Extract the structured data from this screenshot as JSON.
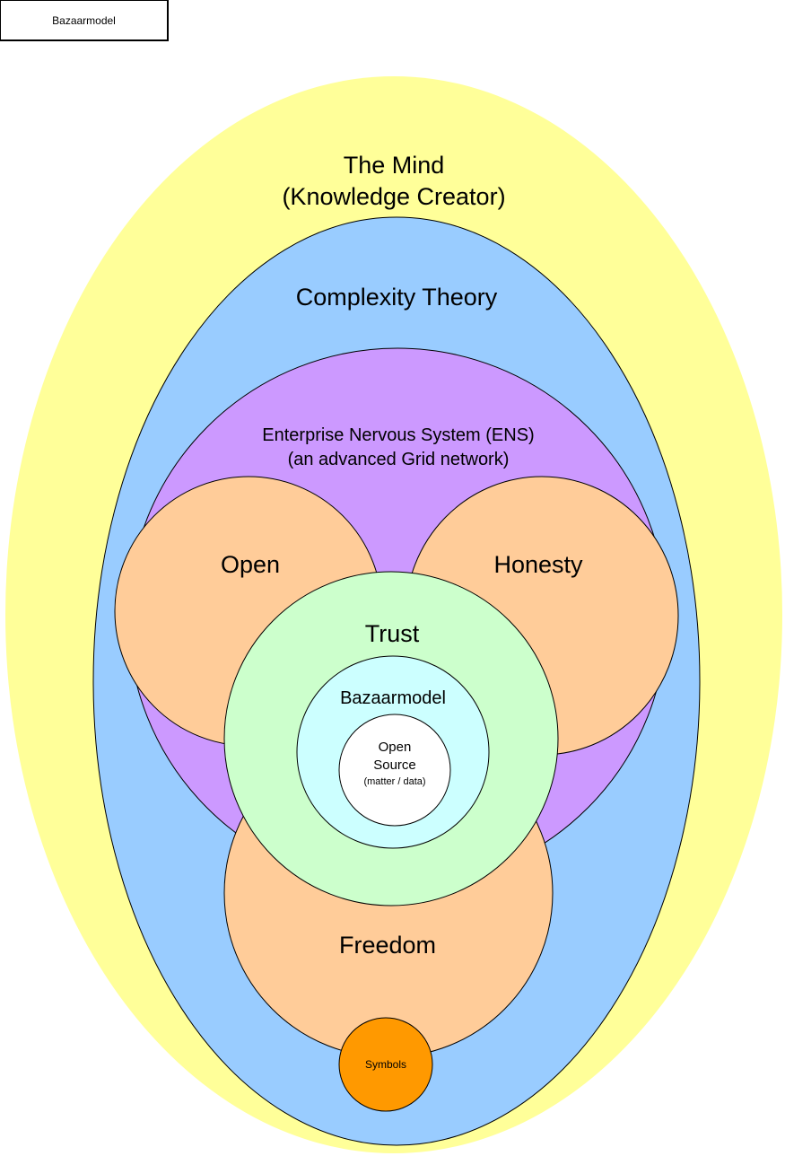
{
  "title_box": {
    "label": "Bazaarmodel"
  },
  "colors": {
    "mind": "#ffff99",
    "complexity": "#99ccff",
    "ens": "#cc99ff",
    "open": "#ffcc99",
    "honesty": "#ffcc99",
    "freedom": "#ffcc99",
    "trust": "#ccffcc",
    "bazaar": "#ccffff",
    "open_source": "#ffffff",
    "symbols": "#ff9900"
  },
  "nodes": {
    "mind": {
      "line1": "The Mind",
      "line2": "(Knowledge Creator)"
    },
    "complexity": {
      "label": "Complexity Theory"
    },
    "ens": {
      "line1": "Enterprise Nervous System (ENS)",
      "line2": "(an advanced Grid network)"
    },
    "open": {
      "label": "Open"
    },
    "honesty": {
      "label": "Honesty"
    },
    "trust": {
      "label": "Trust"
    },
    "bazaar": {
      "label": "Bazaarmodel"
    },
    "open_source": {
      "line1": "Open",
      "line2": "Source",
      "line3": "(matter / data)"
    },
    "freedom": {
      "label": "Freedom"
    },
    "symbols": {
      "label": "Symbols"
    }
  }
}
